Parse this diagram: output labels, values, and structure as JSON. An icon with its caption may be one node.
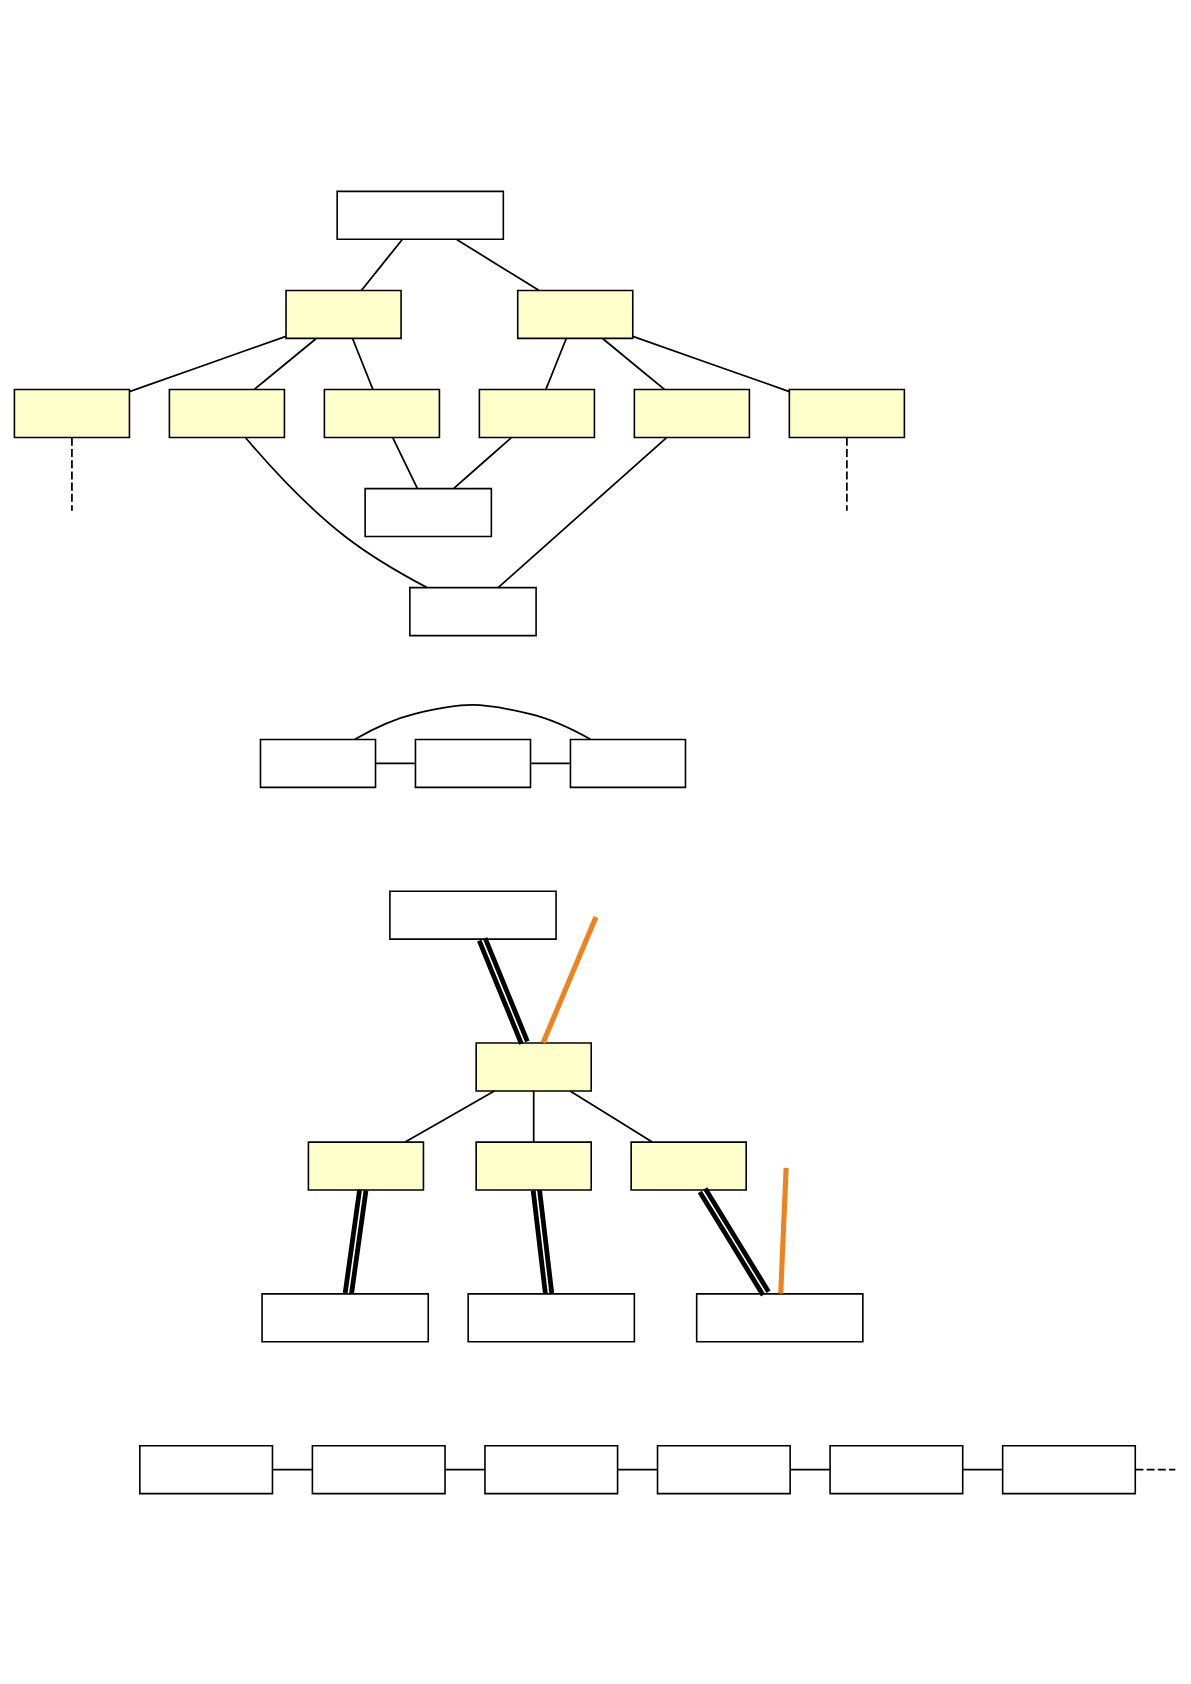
{
  "diagram": {
    "nodes": [
      {
        "text": [],
        "shape": "box"
      },
      {
        "text": [],
        "shape": "box"
      },
      {
        "text": [],
        "shape": "box"
      },
      {
        "text": [],
        "shape": "box"
      },
      {
        "text": [],
        "shape": "box"
      },
      {
        "text": [],
        "shape": "box"
      },
      {
        "text": [],
        "shape": "box"
      },
      {
        "text": [],
        "shape": "box"
      },
      {
        "text": [],
        "shape": "box"
      },
      {
        "text": [],
        "shape": "box"
      },
      {
        "text": [],
        "shape": "box"
      },
      {
        "text": [],
        "shape": "box"
      },
      {
        "text": [],
        "shape": "box"
      },
      {
        "text": [],
        "shape": "box"
      },
      {
        "text": [],
        "shape": "box"
      },
      {
        "text": [],
        "shape": "box"
      },
      {
        "text": [],
        "shape": "box"
      },
      {
        "text": [],
        "shape": "box"
      },
      {
        "text": [],
        "shape": "box"
      },
      {
        "text": [],
        "shape": "box"
      },
      {
        "text": [],
        "shape": "box"
      },
      {
        "text": [],
        "shape": "box"
      },
      {
        "text": [],
        "shape": "box"
      },
      {
        "text": [],
        "shape": "box"
      },
      {
        "text": [],
        "shape": "box"
      },
      {
        "text": [],
        "shape": "box"
      },
      {
        "text": [],
        "shape": "box"
      },
      {
        "text": [],
        "shape": "box"
      }
    ],
    "edges": [
      {
        "from": 0,
        "to": 1,
        "arrow": "none"
      },
      {
        "from": 0,
        "to": 2,
        "arrow": "none"
      },
      {
        "from": 1,
        "to": 3,
        "arrow": "none"
      },
      {
        "from": 1,
        "to": 4,
        "arrow": "none"
      },
      {
        "from": 1,
        "to": 5,
        "arrow": "none"
      },
      {
        "from": 2,
        "to": 6,
        "arrow": "none"
      },
      {
        "from": 2,
        "to": 7,
        "arrow": "none"
      },
      {
        "from": 2,
        "to": 8,
        "arrow": "none"
      },
      {
        "from": 3,
        "to": null,
        "arrow": "none",
        "style": "dashed"
      },
      {
        "from": 5,
        "to": 9,
        "arrow": "none"
      },
      {
        "from": 6,
        "to": 9,
        "arrow": "none"
      },
      {
        "from": 8,
        "to": null,
        "arrow": "none",
        "style": "dashed"
      },
      {
        "from": 4,
        "to": 10,
        "arrow": "none"
      },
      {
        "from": 7,
        "to": 10,
        "arrow": "none"
      },
      {
        "from": 11,
        "to": 12,
        "arrow": "none"
      },
      {
        "from": 12,
        "to": 13,
        "arrow": "none"
      },
      {
        "from": 11,
        "to": 13,
        "arrow": "none"
      },
      {
        "from": 14,
        "to": 15,
        "arrow": "none",
        "style": "thick"
      },
      {
        "from": null,
        "to": 15,
        "arrow": "none",
        "style": "thick",
        "color": "#f0821e"
      },
      {
        "from": 15,
        "to": 16,
        "arrow": "none"
      },
      {
        "from": 15,
        "to": 17,
        "arrow": "none"
      },
      {
        "from": 15,
        "to": 18,
        "arrow": "none"
      },
      {
        "from": 16,
        "to": 19,
        "arrow": "none",
        "style": "thick"
      },
      {
        "from": 17,
        "to": 20,
        "arrow": "none",
        "style": "thick"
      },
      {
        "from": 18,
        "to": 21,
        "arrow": "none",
        "style": "thick"
      },
      {
        "from": null,
        "to": 21,
        "arrow": "none",
        "style": "thick",
        "color": "#f0821e"
      },
      {
        "from": 22,
        "to": 23,
        "arrow": "none"
      },
      {
        "from": 23,
        "to": 24,
        "arrow": "none"
      },
      {
        "from": 24,
        "to": 25,
        "arrow": "none"
      },
      {
        "from": 25,
        "to": 26,
        "arrow": "none"
      },
      {
        "from": 26,
        "to": 27,
        "arrow": "none"
      },
      {
        "from": 27,
        "to": null,
        "arrow": "none",
        "style": "dashed"
      }
    ]
  }
}
